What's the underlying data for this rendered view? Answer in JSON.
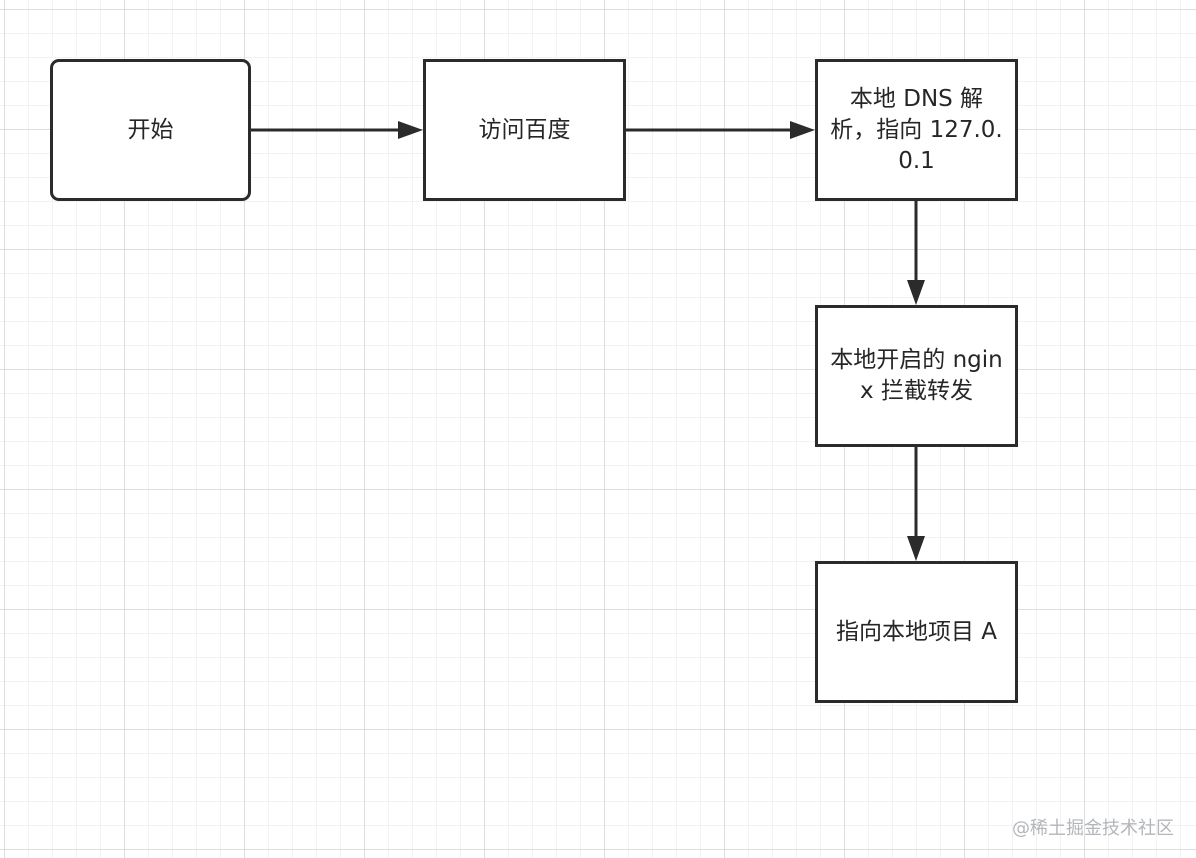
{
  "diagram": {
    "nodes": [
      {
        "id": "start",
        "label": "开始"
      },
      {
        "id": "visit",
        "label": "访问百度"
      },
      {
        "id": "dns",
        "label": "本地 DNS 解析，指向 127.0.0.1"
      },
      {
        "id": "nginx",
        "label": "本地开启的 nginx 拦截转发"
      },
      {
        "id": "project",
        "label": "指向本地项目 A"
      }
    ],
    "edges": [
      {
        "from": "start",
        "to": "visit"
      },
      {
        "from": "visit",
        "to": "dns"
      },
      {
        "from": "dns",
        "to": "nginx"
      },
      {
        "from": "nginx",
        "to": "project"
      }
    ],
    "colors": {
      "stroke": "#2b2b2b",
      "text": "#262626",
      "grid_major": "#dedede",
      "grid_minor": "#f2f2f2"
    }
  },
  "watermark": "@稀土掘金技术社区"
}
